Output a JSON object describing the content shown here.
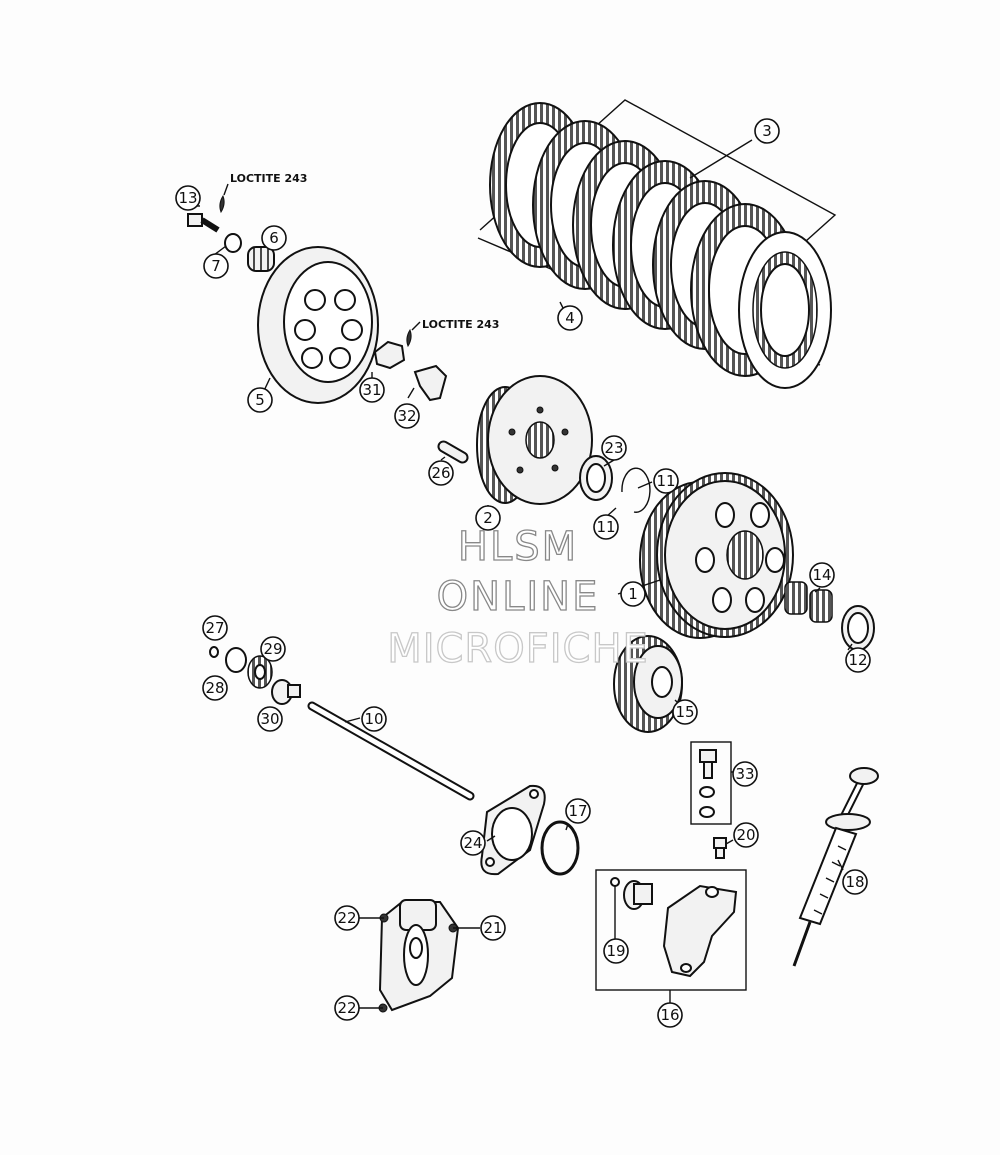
{
  "labels": {
    "loctite_top": "LOCTITE 243",
    "loctite_mid": "LOCTITE 243"
  },
  "callouts": [
    "1",
    "2",
    "3",
    "4",
    "5",
    "6",
    "7",
    "10",
    "11",
    "11",
    "12",
    "13",
    "14",
    "15",
    "16",
    "17",
    "18",
    "19",
    "20",
    "21",
    "22",
    "22",
    "23",
    "24",
    "26",
    "27",
    "28",
    "29",
    "30",
    "31",
    "32",
    "33"
  ],
  "watermark": {
    "line1": "HLSM",
    "line2": "ONLINE",
    "line3": "MICROFICHE"
  }
}
